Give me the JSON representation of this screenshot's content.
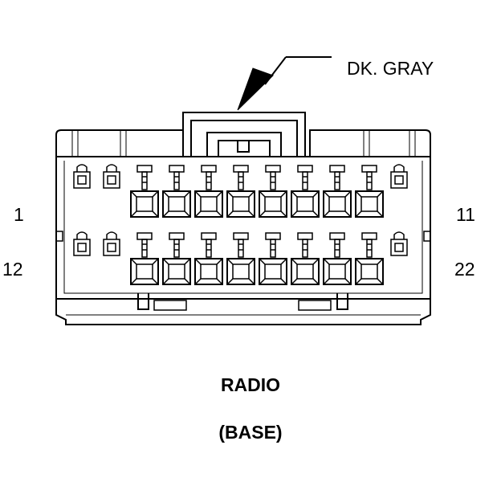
{
  "connector": {
    "wire_color": "DK. GRAY",
    "title": "RADIO",
    "subtitle": "(BASE)",
    "pin_labels": {
      "top_left": "1",
      "top_right": "11",
      "bottom_left": "12",
      "bottom_right": "22"
    },
    "pins_per_row": 11,
    "rows": 2
  },
  "colors": {
    "line": "#000000",
    "background": "#ffffff"
  }
}
